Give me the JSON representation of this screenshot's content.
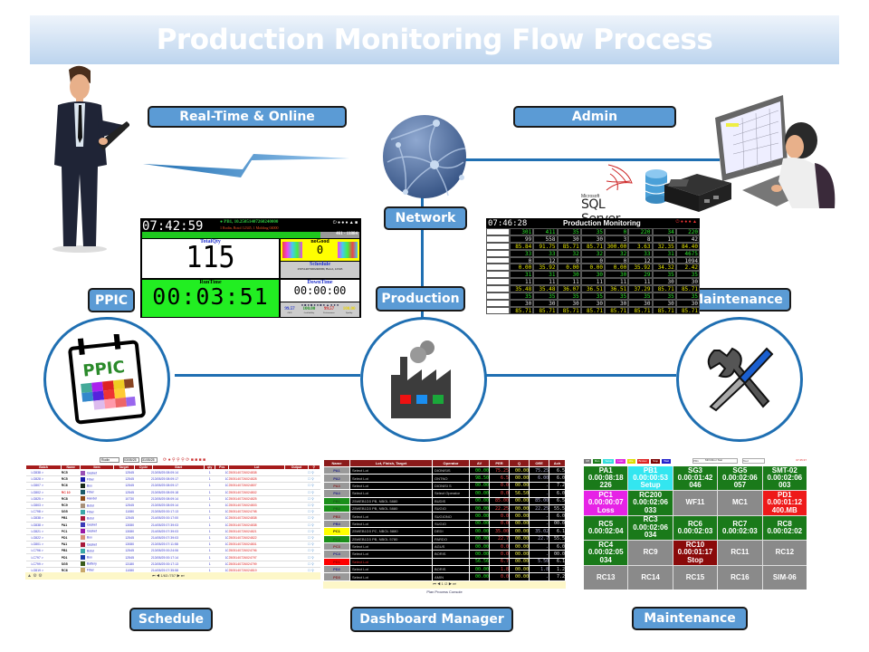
{
  "title": "Production Monitoring Flow Process",
  "labels": {
    "realtime": "Real-Time & Online",
    "admin": "Admin",
    "network": "Network",
    "ppic": "PPIC",
    "production": "Production",
    "maintenance_top": "Maintenance",
    "schedule": "Schedule",
    "dashboard_manager": "Dashboard Manager",
    "maintenance_bottom": "Maintenance"
  },
  "icons": {
    "ppic_calendar_text": "PPIC",
    "sql_server_brand": "Microsoft",
    "sql_server_name": "SQL Server"
  },
  "ppic_screen": {
    "clock": "07:42:59",
    "alert_line1": "● PB1, 10.25051407260240000",
    "alert_line2": "1 Rodin, Botol 12345, 1 Molding 04000",
    "progress": 0.82,
    "progress_text": "461 - 11884",
    "total_qty_label": "TotalQty",
    "total_qty": "115",
    "nogood_label": "noGood",
    "nogood": "0",
    "schedule_label": "Schedule",
    "schedule_text": "25051407260240000, Botol, 12345",
    "runtime_label": "RunTime",
    "runtime": "00:03:51",
    "downtime_label": "DownTime",
    "downtime": "00:00:00",
    "kpis": [
      {
        "value": "99.57",
        "label": "OEE",
        "color": "#2233cc"
      },
      {
        "value": "100.00",
        "label": "Availability",
        "color": "#1a8f1a"
      },
      {
        "value": "99.57",
        "label": "Performance",
        "color": "#cc2222"
      },
      {
        "value": "100.00",
        "label": "Quality",
        "color": "#e8d200"
      }
    ]
  },
  "maint_screen": {
    "clock": "07:46:28",
    "title": "Production Monitoring",
    "rows": [
      [
        "",
        "301",
        "411",
        "35",
        "35",
        "0",
        "220",
        "34",
        "220"
      ],
      [
        "",
        "99",
        "558",
        "30",
        "30",
        "3",
        "8",
        "11",
        "42"
      ],
      [
        "",
        "85.84",
        "91.75",
        "85.71",
        "85.71",
        "300.00",
        "3.63",
        "32.35",
        "84.40"
      ],
      [
        "",
        "33",
        "33",
        "32",
        "32",
        "32",
        "33",
        "31",
        "4675"
      ],
      [
        "",
        "0",
        "12",
        "0",
        "0",
        "0",
        "12",
        "11",
        "1094"
      ],
      [
        "",
        "0.00",
        "35.92",
        "0.00",
        "0.00",
        "0.00",
        "35.92",
        "34.32",
        "2.42"
      ],
      [
        "",
        "31",
        "31",
        "30",
        "30",
        "30",
        "29",
        "35",
        "35"
      ],
      [
        "",
        "11",
        "11",
        "11",
        "11",
        "11",
        "11",
        "30",
        "30"
      ],
      [
        "",
        "35.48",
        "35.48",
        "36.07",
        "36.51",
        "36.51",
        "37.29",
        "85.71",
        "85.71"
      ],
      [
        "",
        "35",
        "35",
        "35",
        "35",
        "35",
        "35",
        "35",
        "35"
      ],
      [
        "",
        "30",
        "30",
        "30",
        "30",
        "30",
        "30",
        "30",
        "30"
      ],
      [
        "",
        "85.71",
        "85.71",
        "85.71",
        "85.71",
        "85.71",
        "85.71",
        "85.71",
        "85.71"
      ]
    ]
  },
  "schedule_table": {
    "search_value": "Rodin",
    "date_from": "03/05/25",
    "date_to": "31/05/25",
    "columns": [
      "Batch",
      "Name",
      "Item",
      "Target",
      "Cycle",
      "Start",
      "qty",
      "Pcs",
      "Lot",
      "Output"
    ],
    "rows": [
      {
        "batch": "LG838 >",
        "name": "RC5",
        "color": "#9b4fb5",
        "item": "Gasket",
        "target": "12545",
        "cycle": "2",
        "start": "13/05/25 08:09:14",
        "qty": "1",
        "pcs": "10",
        "lot": "2505140726024838",
        "red": false
      },
      {
        "batch": "LG828 >",
        "name": "RC5",
        "color": "#1a1aa8",
        "item": "Fiber",
        "target": "12545",
        "cycle": "2",
        "start": "13/05/25 08:09:17",
        "qty": "1",
        "pcs": "10",
        "lot": "2505140726024828",
        "red": false
      },
      {
        "batch": "LG807 >",
        "name": "RC6",
        "color": "#1a2a1a",
        "item": "Box",
        "target": "12545",
        "cycle": "2",
        "start": "13/05/25 08:09:17",
        "qty": "1",
        "pcs": "10",
        "lot": "2505140726024807",
        "red": false
      },
      {
        "batch": "LG802 >",
        "name": "RC 10",
        "color": "#1a5a6a",
        "item": "Fiber",
        "target": "12545",
        "cycle": "2",
        "start": "13/05/25 08:09:18",
        "qty": "1",
        "pcs": "10",
        "lot": "2505140726024802",
        "red": true
      },
      {
        "batch": "LG825 >",
        "name": "RC8",
        "color": "#8b4a1a",
        "item": "Handel",
        "target": "10730",
        "cycle": "2",
        "start": "13/05/25 08:09:14",
        "qty": "1",
        "pcs": "10",
        "lot": "2505140726024825",
        "red": false
      },
      {
        "batch": "LG803 >",
        "name": "RC9",
        "color": "#a8907a",
        "item": "Botol",
        "target": "12545",
        "cycle": "2",
        "start": "13/05/25 08:09:14",
        "qty": "1",
        "pcs": "10",
        "lot": "2505140726024803",
        "red": false
      },
      {
        "batch": "LC798 >",
        "name": "SG5",
        "color": "#3aa8a8",
        "item": "Fiber",
        "target": "11080",
        "cycle": "2",
        "start": "13/05/25 00:17:13",
        "qty": "1",
        "pcs": "10",
        "lot": "2505140726024798",
        "red": false
      },
      {
        "batch": "LG838 >",
        "name": "PB1",
        "color": "#a81a3a",
        "item": "Botol",
        "target": "12545",
        "cycle": "2",
        "start": "14/05/25 00:17:00",
        "qty": "1",
        "pcs": "10",
        "lot": "2505140726024838",
        "red": false
      },
      {
        "batch": "LG838 >",
        "name": "PA1",
        "color": "#3a3ab8",
        "item": "Gasket",
        "target": "13080",
        "cycle": "2",
        "start": "14/05/25 07:39:03",
        "qty": "1",
        "pcs": "10",
        "lot": "2505140726024838",
        "red": false
      },
      {
        "batch": "LG821 >",
        "name": "PC1",
        "color": "#9a1aa8",
        "item": "Gasket",
        "target": "13080",
        "cycle": "2",
        "start": "14/05/25 07:39:03",
        "qty": "1",
        "pcs": "10",
        "lot": "2505140726024821",
        "red": false
      },
      {
        "batch": "LG822 >",
        "name": "PD1",
        "color": "#d8907a",
        "item": "Box",
        "target": "12545",
        "cycle": "2",
        "start": "14/05/25 07:39:03",
        "qty": "1",
        "pcs": "10",
        "lot": "2505140726024822",
        "red": false
      },
      {
        "batch": "LG801 >",
        "name": "PA1",
        "color": "#a81a3a",
        "item": "Gasket",
        "target": "13080",
        "cycle": "2",
        "start": "13/05/25 07:11:58",
        "qty": "1",
        "pcs": "10",
        "lot": "2505140726024801",
        "red": false
      },
      {
        "batch": "LC796 >",
        "name": "PB1",
        "color": "#3aa8a8",
        "item": "Botol",
        "target": "12545",
        "cycle": "2",
        "start": "13/05/25 00:24:06",
        "qty": "1",
        "pcs": "10",
        "lot": "2505140726024796",
        "red": false
      },
      {
        "batch": "LC797 >",
        "name": "PD1",
        "color": "#1a3aa8",
        "item": "Box",
        "target": "12545",
        "cycle": "2",
        "start": "13/05/25 00:17:14",
        "qty": "1",
        "pcs": "10",
        "lot": "2505140726024797",
        "red": false
      },
      {
        "batch": "LC799 >",
        "name": "SG5",
        "color": "#3a5a1a",
        "item": "Battery",
        "target": "13180",
        "cycle": "2",
        "start": "13/05/25 00:17:13",
        "qty": "1",
        "pcs": "10",
        "lot": "2505140726024799",
        "red": false
      },
      {
        "batch": "LG819 >",
        "name": "RC6",
        "color": "#c8a86a",
        "item": "Fiber",
        "target": "11080",
        "cycle": "2",
        "start": "14/05/25 07:35:58",
        "qty": "1",
        "pcs": "10",
        "lot": "2505140726024819",
        "red": false
      }
    ],
    "pager": "1/63 /757"
  },
  "dashboard_table": {
    "columns": [
      "Name",
      "Lot, Finish, Target",
      "Operator",
      "AV",
      "PER",
      "Q",
      "OEE",
      "Ach"
    ],
    "rows": [
      {
        "name": "PA1",
        "bg": "#999999",
        "fg": "#2a2a8a",
        "lot": "Select Lot",
        "op": "DIONISIS",
        "av": "00.00",
        "per": "75.25",
        "q": "00.00",
        "oee": "75.25",
        "ach": "6.5"
      },
      {
        "name": "PA2",
        "bg": "#999999",
        "fg": "#2a2a8a",
        "lot": "Select Lot",
        "op": "ONTNO",
        "av": "98.50",
        "per": "6.5",
        "q": "00.00",
        "oee": "6.00",
        "ach": "6.0"
      },
      {
        "name": "PA3",
        "bg": "#999999",
        "fg": "#8a2a2a",
        "lot": "Select Lot",
        "op": "DIONISI S",
        "av": "00.00",
        "per": "0.0",
        "q": "00.00",
        "oee": ".",
        "ach": "7.2"
      },
      {
        "name": "PA4",
        "bg": "#999999",
        "fg": "#2a2a8a",
        "lot": "Select Lot",
        "op": "Select Operator",
        "av": "00.00",
        "per": "0.0",
        "q": "56.50",
        "oee": ".",
        "ach": "6.0"
      },
      {
        "name": "PB1",
        "bg": "#1a8f1a",
        "fg": "#1a5a1a",
        "lot": "25WEB1D3 PB, NBOL 5880",
        "op": "BUDIS",
        "av": "00.00",
        "per": "85.00",
        "q": "00.00",
        "oee": "85.00",
        "ach": "6.5"
      },
      {
        "name": "PB2",
        "bg": "#1a8f1a",
        "fg": "#1a5a1a",
        "lot": "25WEB1D3 PB, NBOL 5880",
        "op": "SUGIO",
        "av": "00.00",
        "per": "22.25",
        "q": "00.00",
        "oee": "22.25",
        "ach": "55.5"
      },
      {
        "name": "PB3",
        "bg": "#999999",
        "fg": "#8a2a2a",
        "lot": "Select Lot",
        "op": "SUGIONO",
        "av": "00.00",
        "per": "0.0",
        "q": "00.00",
        "oee": ".",
        "ach": "6.0"
      },
      {
        "name": "PB4",
        "bg": "#999999",
        "fg": "#2a2a8a",
        "lot": "Select Lot",
        "op": "SUGIO",
        "av": "00.00",
        "per": "0.0",
        "q": "00.00",
        "oee": ".",
        "ach": "00.0"
      },
      {
        "name": "PC1",
        "bg": "#ffff00",
        "fg": "#1a1a1a",
        "lot": "25WEB1D3 PC, NBOL 5880",
        "op": "DEDI",
        "av": "00.00",
        "per": "35.00",
        "q": "00.00",
        "oee": "35.02",
        "ach": "6.1"
      },
      {
        "name": "PC2",
        "bg": "#1a8f1a",
        "fg": "#1a5a1a",
        "lot": "25WEB1D3 PB, NBOL 5780",
        "op": "PARDO",
        "av": "00.00",
        "per": "22.7",
        "q": "00.00",
        "oee": "22.7",
        "ach": "55.5"
      },
      {
        "name": "PC3",
        "bg": "#999999",
        "fg": "#8a2a2a",
        "lot": "Select Lot",
        "op": "AGUS",
        "av": "00.00",
        "per": "0.0",
        "q": "00.00",
        "oee": ".",
        "ach": "6.0"
      },
      {
        "name": "PC4",
        "bg": "#999999",
        "fg": "#2a2a8a",
        "lot": "Select Lot",
        "op": "BORIS",
        "av": "00.00",
        "per": "0.0",
        "q": "00.00",
        "oee": ".",
        "ach": "00.0"
      },
      {
        "name": "PD1",
        "bg": "#ff0000",
        "fg": "#8a0000",
        "lot": "Select Lot",
        "op": "",
        "av": "56.56",
        "per": "6.7",
        "q": "00.00",
        "oee": "5.50",
        "ach": "6.1"
      },
      {
        "name": "PD2",
        "bg": "#999999",
        "fg": "#2a2a8a",
        "lot": "Select Lot",
        "op": "BORIS",
        "av": "00.00",
        "per": "1.8",
        "q": "00.00",
        "oee": "1.8",
        "ach": "1.2"
      },
      {
        "name": "PD3",
        "bg": "#999999",
        "fg": "#8a2a2a",
        "lot": "Select Lot",
        "op": "AMIN",
        "av": "00.00",
        "per": "0.0",
        "q": "00.00",
        "oee": ".",
        "ach": "7.2"
      }
    ],
    "pager": "1 /2",
    "footer_link": "Plan Process Console"
  },
  "machine_grid": {
    "legend": [
      {
        "label": "Off",
        "color": "#777777"
      },
      {
        "label": "Run",
        "color": "#1a7a1a"
      },
      {
        "label": "Setup",
        "color": "#33dddd"
      },
      {
        "label": "Loss",
        "color": "#dd22dd"
      },
      {
        "label": "Idle",
        "color": "#dddd00"
      },
      {
        "label": "Broken",
        "color": "#dd2222"
      },
      {
        "label": "Stop",
        "color": "#7a0000"
      },
      {
        "label": "Wait",
        "color": "#2222cc"
      }
    ],
    "filter_text": "PD1",
    "filter_mid": "Mill Minor Stat",
    "filter_right": "Tool",
    "clock_text": "07:45:37",
    "tiles": [
      {
        "name": "PA1",
        "time": "0.00:08:18",
        "info": "226",
        "bg": "#1a7a1a"
      },
      {
        "name": "PB1",
        "time": "0.00:00:53",
        "info": "Setup",
        "bg": "#33e6f0"
      },
      {
        "name": "SG3",
        "time": "0.00:01:42",
        "info": "046",
        "bg": "#1a7a1a"
      },
      {
        "name": "SG5",
        "time": "0.00:02:06",
        "info": "057",
        "bg": "#1a7a1a"
      },
      {
        "name": "SMT-02",
        "time": "0.00:02:06",
        "info": "003",
        "bg": "#1a7a1a"
      },
      {
        "name": "PC1",
        "time": "0.00:00:07",
        "info": "Loss",
        "bg": "#e622e6"
      },
      {
        "name": "RC200",
        "time": "0.00:02:06",
        "info": "033",
        "bg": "#1a7a1a"
      },
      {
        "name": "WF11",
        "time": "",
        "info": "",
        "bg": "#8a8a8a"
      },
      {
        "name": "MC1",
        "time": "",
        "info": "",
        "bg": "#8a8a8a"
      },
      {
        "name": "PD1",
        "time": "0.00:01:12",
        "info": "400.MB",
        "bg": "#ee1a1a"
      },
      {
        "name": "RC5",
        "time": "0.00:02:04",
        "info": "",
        "bg": "#1a7a1a"
      },
      {
        "name": "RC3",
        "time": "0.00:02:06",
        "info": "034",
        "bg": "#1a7a1a"
      },
      {
        "name": "RC6",
        "time": "0.00:02:03",
        "info": "",
        "bg": "#1a7a1a"
      },
      {
        "name": "RC7",
        "time": "0.00:02:03",
        "info": "",
        "bg": "#1a7a1a"
      },
      {
        "name": "RC8",
        "time": "0.00:02:02",
        "info": "",
        "bg": "#1a7a1a"
      },
      {
        "name": "RC4",
        "time": "0.00:02:05",
        "info": "034",
        "bg": "#1a7a1a"
      },
      {
        "name": "RC9",
        "time": "",
        "info": "",
        "bg": "#8a8a8a"
      },
      {
        "name": "RC10",
        "time": "0.00:01:17",
        "info": "Stop",
        "bg": "#8a0a0a"
      },
      {
        "name": "RC11",
        "time": "",
        "info": "",
        "bg": "#8a8a8a"
      },
      {
        "name": "RC12",
        "time": "",
        "info": "",
        "bg": "#8a8a8a"
      },
      {
        "name": "RC13",
        "time": "",
        "info": "",
        "bg": "#8a8a8a"
      },
      {
        "name": "RC14",
        "time": "",
        "info": "",
        "bg": "#8a8a8a"
      },
      {
        "name": "RC15",
        "time": "",
        "info": "",
        "bg": "#8a8a8a"
      },
      {
        "name": "RC16",
        "time": "",
        "info": "",
        "bg": "#8a8a8a"
      },
      {
        "name": "SIM-06",
        "time": "",
        "info": "",
        "bg": "#8a8a8a"
      }
    ]
  }
}
